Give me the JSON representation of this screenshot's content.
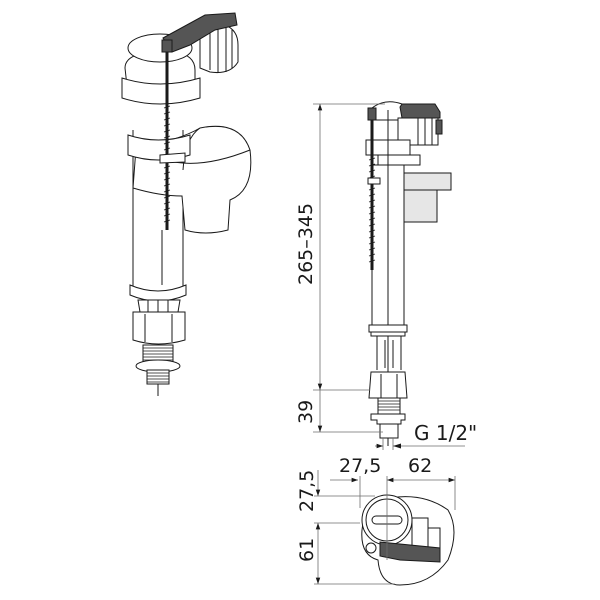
{
  "figure": {
    "subject": "Bottom-entry cistern fill valve",
    "views": [
      "isometric-view",
      "side-elevation",
      "top-plan"
    ]
  },
  "dimensions": {
    "height_range": "265–345",
    "base_height": "39",
    "thread": "G 1/2\"",
    "plan_offset_x": "27,5",
    "plan_width": "62",
    "plan_offset_y": "27,5",
    "plan_depth": "61"
  },
  "colors": {
    "line": "#1a1a1a",
    "dimension_line": "#6e6e6e",
    "dark_part": "#555555",
    "light_fill": "#e6e6e6",
    "background": "#ffffff"
  }
}
